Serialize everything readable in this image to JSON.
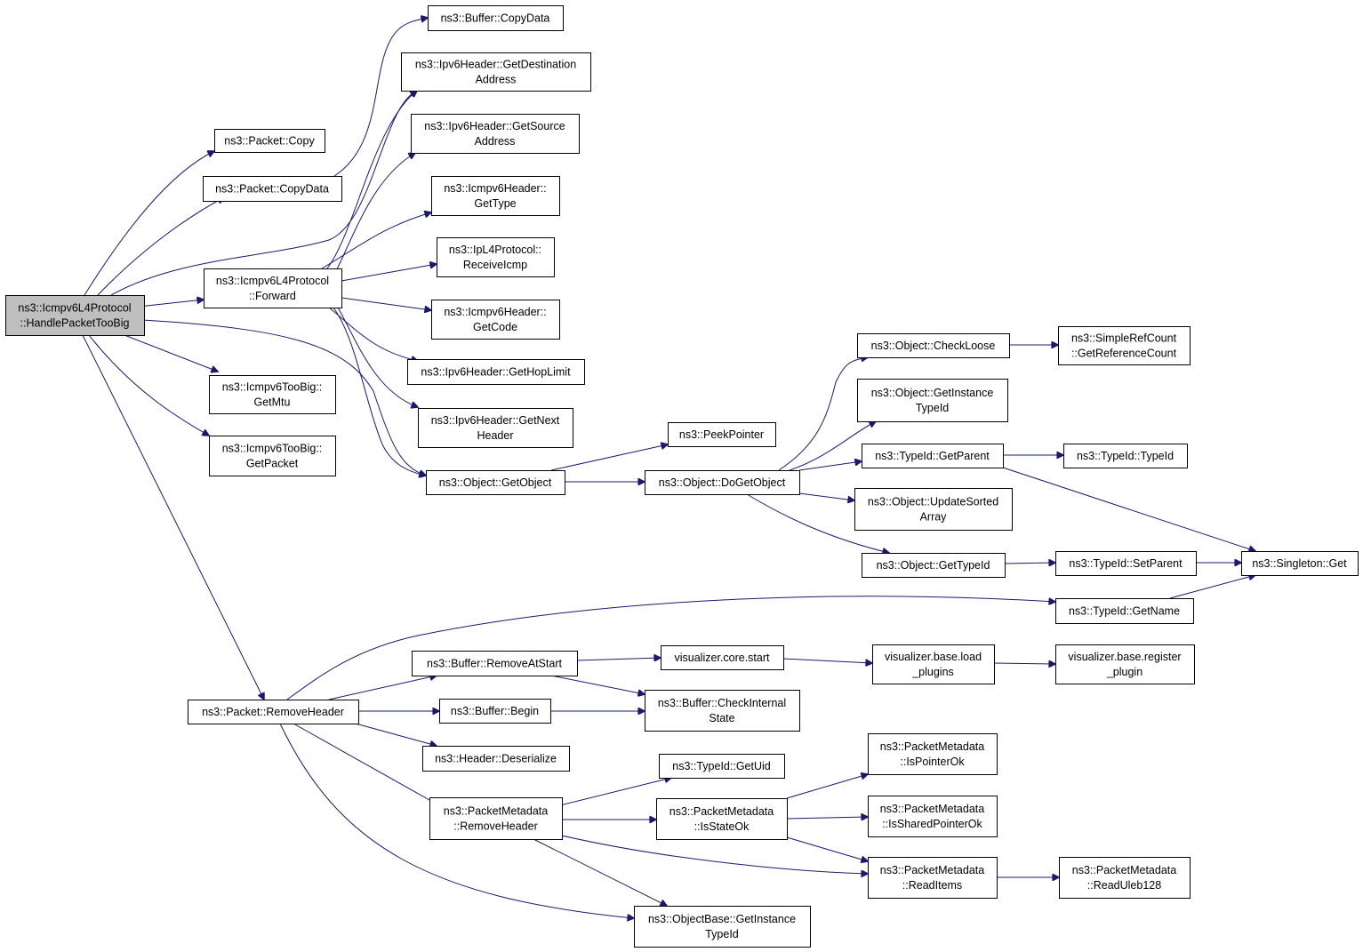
{
  "colors": {
    "edge": "#191970",
    "root_fill": "#bfbfbf",
    "node_fill": "#ffffff",
    "node_border": "#000000"
  },
  "nodes": [
    {
      "id": "root",
      "lines": [
        "ns3::Icmpv6L4Protocol",
        "::HandlePacketTooBig"
      ],
      "root": true
    },
    {
      "id": "pcopy",
      "lines": [
        "ns3::Packet::Copy"
      ]
    },
    {
      "id": "pcopydata",
      "lines": [
        "ns3::Packet::CopyData"
      ]
    },
    {
      "id": "fwd",
      "lines": [
        "ns3::Icmpv6L4Protocol",
        "::Forward"
      ]
    },
    {
      "id": "getmtu",
      "lines": [
        "ns3::Icmpv6TooBig::",
        "GetMtu"
      ]
    },
    {
      "id": "getpacket",
      "lines": [
        "ns3::Icmpv6TooBig::",
        "GetPacket"
      ]
    },
    {
      "id": "removeheader",
      "lines": [
        "ns3::Packet::RemoveHeader"
      ]
    },
    {
      "id": "bufcopydata",
      "lines": [
        "ns3::Buffer::CopyData"
      ]
    },
    {
      "id": "getdest",
      "lines": [
        "ns3::Ipv6Header::GetDestination",
        "Address"
      ]
    },
    {
      "id": "getsrc",
      "lines": [
        "ns3::Ipv6Header::GetSource",
        "Address"
      ]
    },
    {
      "id": "gettype",
      "lines": [
        "ns3::Icmpv6Header::",
        "GetType"
      ]
    },
    {
      "id": "receiveicmp",
      "lines": [
        "ns3::IpL4Protocol::",
        "ReceiveIcmp"
      ]
    },
    {
      "id": "getcode",
      "lines": [
        "ns3::Icmpv6Header::",
        "GetCode"
      ]
    },
    {
      "id": "gethoplimit",
      "lines": [
        "ns3::Ipv6Header::GetHopLimit"
      ]
    },
    {
      "id": "getnext",
      "lines": [
        "ns3::Ipv6Header::GetNext",
        "Header"
      ]
    },
    {
      "id": "getobject",
      "lines": [
        "ns3::Object::GetObject"
      ]
    },
    {
      "id": "peekpointer",
      "lines": [
        "ns3::PeekPointer"
      ]
    },
    {
      "id": "dogetobject",
      "lines": [
        "ns3::Object::DoGetObject"
      ]
    },
    {
      "id": "checkloose",
      "lines": [
        "ns3::Object::CheckLoose"
      ]
    },
    {
      "id": "getinsttypeid",
      "lines": [
        "ns3::Object::GetInstance",
        "TypeId"
      ]
    },
    {
      "id": "getparent",
      "lines": [
        "ns3::TypeId::GetParent"
      ]
    },
    {
      "id": "updatesorted",
      "lines": [
        "ns3::Object::UpdateSorted",
        "Array"
      ]
    },
    {
      "id": "objgettypeid",
      "lines": [
        "ns3::Object::GetTypeId"
      ]
    },
    {
      "id": "getrefcount",
      "lines": [
        "ns3::SimpleRefCount",
        "::GetReferenceCount"
      ]
    },
    {
      "id": "typeidctor",
      "lines": [
        "ns3::TypeId::TypeId"
      ]
    },
    {
      "id": "setparent",
      "lines": [
        "ns3::TypeId::SetParent"
      ]
    },
    {
      "id": "singletonget",
      "lines": [
        "ns3::Singleton::Get"
      ]
    },
    {
      "id": "getname",
      "lines": [
        "ns3::TypeId::GetName"
      ]
    },
    {
      "id": "removeatstart",
      "lines": [
        "ns3::Buffer::RemoveAtStart"
      ]
    },
    {
      "id": "bufbegin",
      "lines": [
        "ns3::Buffer::Begin"
      ]
    },
    {
      "id": "deserialize",
      "lines": [
        "ns3::Header::Deserialize"
      ]
    },
    {
      "id": "pmremoveheader",
      "lines": [
        "ns3::PacketMetadata",
        "::RemoveHeader"
      ]
    },
    {
      "id": "corestart",
      "lines": [
        "visualizer.core.start"
      ]
    },
    {
      "id": "checkinternal",
      "lines": [
        "ns3::Buffer::CheckInternal",
        "State"
      ]
    },
    {
      "id": "loadplugins",
      "lines": [
        "visualizer.base.load",
        "_plugins"
      ]
    },
    {
      "id": "registerplugin",
      "lines": [
        "visualizer.base.register",
        "_plugin"
      ]
    },
    {
      "id": "getuid",
      "lines": [
        "ns3::TypeId::GetUid"
      ]
    },
    {
      "id": "isstateok",
      "lines": [
        "ns3::PacketMetadata",
        "::IsStateOk"
      ]
    },
    {
      "id": "ispointerok",
      "lines": [
        "ns3::PacketMetadata",
        "::IsPointerOk"
      ]
    },
    {
      "id": "issharedok",
      "lines": [
        "ns3::PacketMetadata",
        "::IsSharedPointerOk"
      ]
    },
    {
      "id": "readitems",
      "lines": [
        "ns3::PacketMetadata",
        "::ReadItems"
      ]
    },
    {
      "id": "readuleb",
      "lines": [
        "ns3::PacketMetadata",
        "::ReadUleb128"
      ]
    },
    {
      "id": "objbasegetinst",
      "lines": [
        "ns3::ObjectBase::GetInstance",
        "TypeId"
      ]
    }
  ]
}
